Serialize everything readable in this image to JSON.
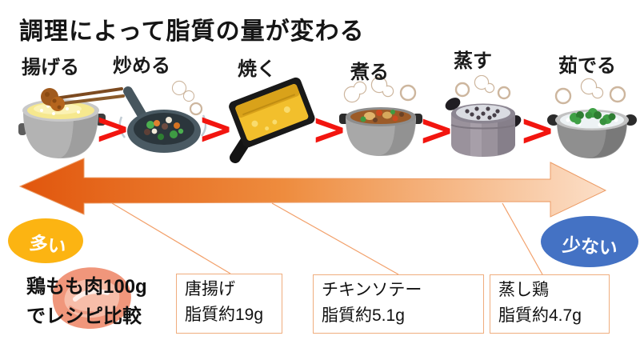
{
  "title": "調理によって脂質の量が変わる",
  "separator": ">",
  "methods": [
    {
      "label": "揚げる",
      "icon": "deep-fry-pot"
    },
    {
      "label": "炒める",
      "icon": "stir-fry-pan"
    },
    {
      "label": "焼く",
      "icon": "tamagoyaki-grill-pan"
    },
    {
      "label": "煮る",
      "icon": "simmer-pot"
    },
    {
      "label": "蒸す",
      "icon": "steamer-pot"
    },
    {
      "label": "茹でる",
      "icon": "boiling-pot"
    }
  ],
  "scale": {
    "left_label": "多い",
    "right_label": "少ない",
    "left_color": "#fcb412",
    "right_color": "#4472c4",
    "arrow_gradient": {
      "start": "#e1560d",
      "mid": "#ee8c3e",
      "end": "#fcdfc8"
    }
  },
  "comparison": {
    "note": {
      "line1": "鶏もも肉100g",
      "line2": "でレシピ比較"
    },
    "boxes": [
      {
        "name": "唐揚げ",
        "fat": "脂質約19g"
      },
      {
        "name": "チキンソテー",
        "fat": "脂質約5.1g"
      },
      {
        "name": "蒸し鶏",
        "fat": "脂質約4.7g"
      }
    ]
  },
  "colors": {
    "chevron": "#f2150f",
    "box_border": "#f0ad7e",
    "leader_line": "#f2a06a",
    "title_text": "#151515"
  }
}
